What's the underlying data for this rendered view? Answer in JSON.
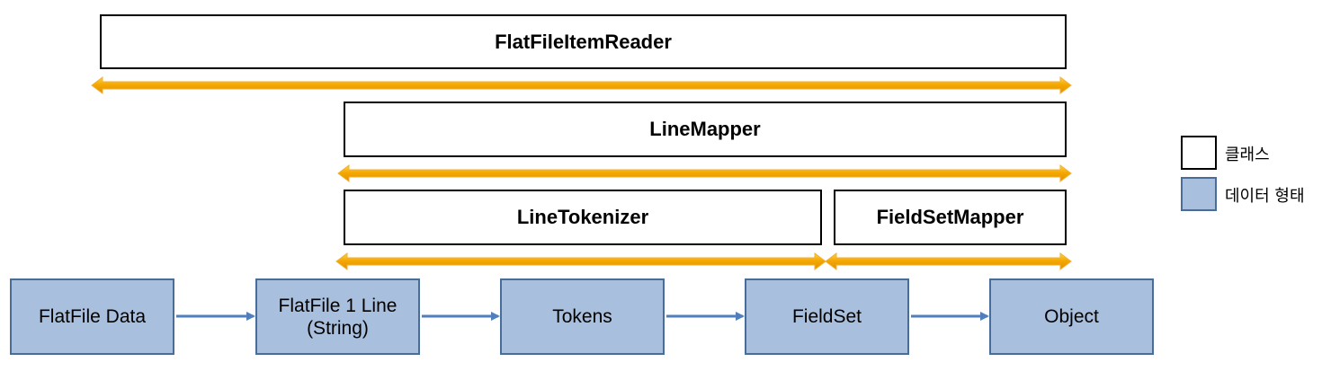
{
  "classes": {
    "flat_file_item_reader": "FlatFileItemReader",
    "line_mapper": "LineMapper",
    "line_tokenizer": "LineTokenizer",
    "field_set_mapper": "FieldSetMapper"
  },
  "data_forms": {
    "flat_file_data": "FlatFile Data",
    "flat_file_line": [
      "FlatFile 1 Line",
      "(String)"
    ],
    "tokens": "Tokens",
    "field_set": "FieldSet",
    "object": "Object"
  },
  "legend": {
    "class_label": "클래스",
    "data_form_label": "데이터 형태"
  },
  "colors": {
    "span_arrow": "#f5a800",
    "span_arrow_highlight": "#ffd24d",
    "flow_arrow": "#4f7fbc",
    "data_fill": "#a8bfdd",
    "data_border": "#4a6c98"
  }
}
